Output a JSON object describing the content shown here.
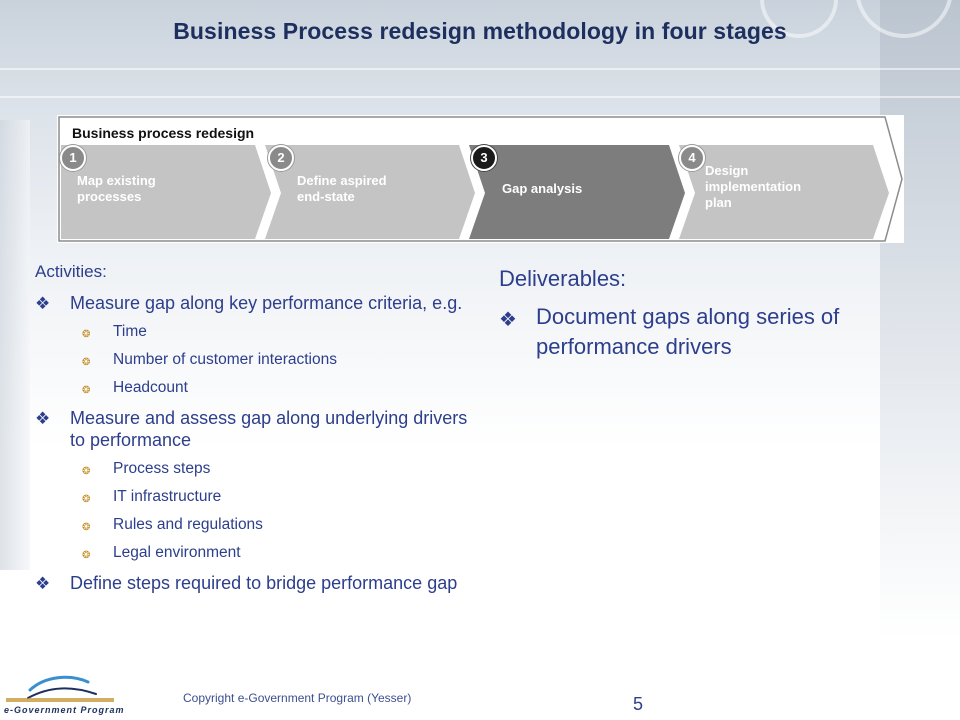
{
  "slide": {
    "title": "Business Process redesign methodology in four stages",
    "colors": {
      "title": "#1d2f5e",
      "text": "#2c3e8c",
      "sub_bullet": "#c08a1e"
    }
  },
  "diagram": {
    "title": "Business process redesign",
    "steps": [
      {
        "number": "1",
        "line1": "Map existing",
        "line2": "processes",
        "line3": ""
      },
      {
        "number": "2",
        "line1": "Define aspired",
        "line2": "end-state",
        "line3": ""
      },
      {
        "number": "3",
        "line1": "Gap analysis",
        "line2": "",
        "line3": "",
        "active": true
      },
      {
        "number": "4",
        "line1": "Design",
        "line2": "implementation",
        "line3": "plan"
      }
    ]
  },
  "activities": {
    "heading": "Activities:",
    "items": [
      {
        "text": "Measure gap along key performance criteria, e.g.",
        "subitems": [
          "Time",
          "Number of customer interactions",
          "Headcount"
        ]
      },
      {
        "text": "Measure and assess gap along underlying drivers to performance",
        "subitems": [
          "Process steps",
          "IT infrastructure",
          "Rules and regulations",
          "Legal environment"
        ]
      },
      {
        "text": "Define steps required to bridge performance gap",
        "subitems": []
      }
    ]
  },
  "deliverables": {
    "heading": "Deliverables:",
    "items": [
      "Document gaps along series of performance drivers"
    ]
  },
  "footer": {
    "logo_text": "e-Government Program",
    "copyright": "Copyright e-Government Program (Yesser)",
    "page_number": "5"
  }
}
